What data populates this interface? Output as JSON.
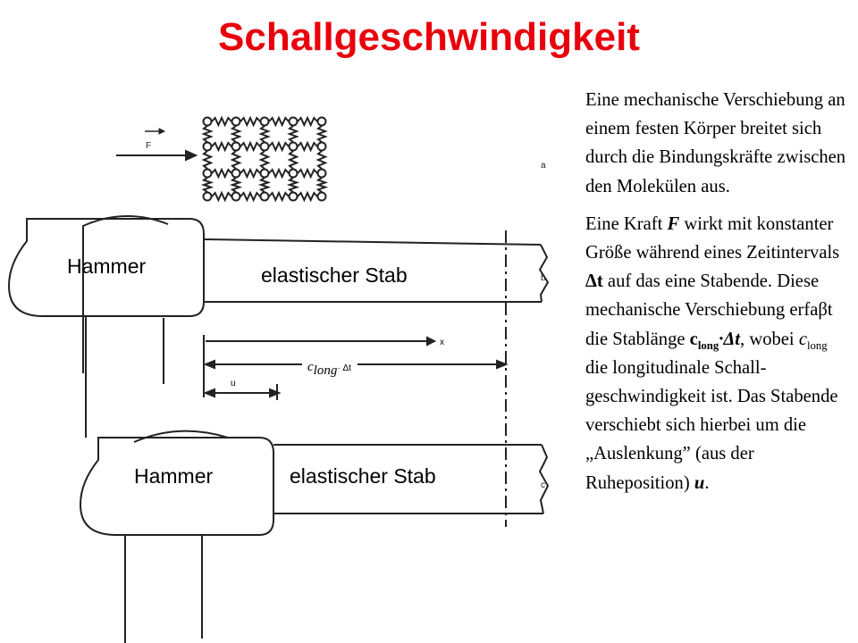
{
  "title": "Schallgeschwindigkeit",
  "colors": {
    "title": "#e8000d",
    "ink": "#222222"
  },
  "diagram": {
    "force_label": "F",
    "panel_labels": {
      "a": "a",
      "b": "b",
      "c": "c"
    },
    "top_rod": {
      "hammer": "Hammer",
      "rod": "elastischer Stab"
    },
    "bottom_rod": {
      "hammer": "Hammer",
      "rod": "elastischer Stab"
    },
    "measure": {
      "x": "x",
      "c_main": "c",
      "c_sub": "long",
      "c_rest": "· Δt",
      "u": "u"
    }
  },
  "text": {
    "p1": "Eine mechanische Verschiebung an einem festen Körper breitet sich durch die Bindungskräfte zwischen den Molekülen aus.",
    "p2": {
      "t1": "Eine Kraft ",
      "F": "F",
      "t2": " wirkt mit konstanter Größe während eines Zeitintervals ",
      "dt1": "Δt",
      "t3": " auf das eine Stabende. Diese mechanische Verschiebung erfaβt die Stablänge ",
      "c1": "c",
      "sub1": "long",
      "t4": "·Δt",
      "t5": ", wobei ",
      "c2": "c",
      "sub2": "long",
      "t6": " die longitudinale Schall-geschwindigkeit ist. Das Stabende verschiebt sich hierbei um die „Auslenkung” (aus der Ruheposition) ",
      "u": "u",
      "t7": "."
    }
  }
}
